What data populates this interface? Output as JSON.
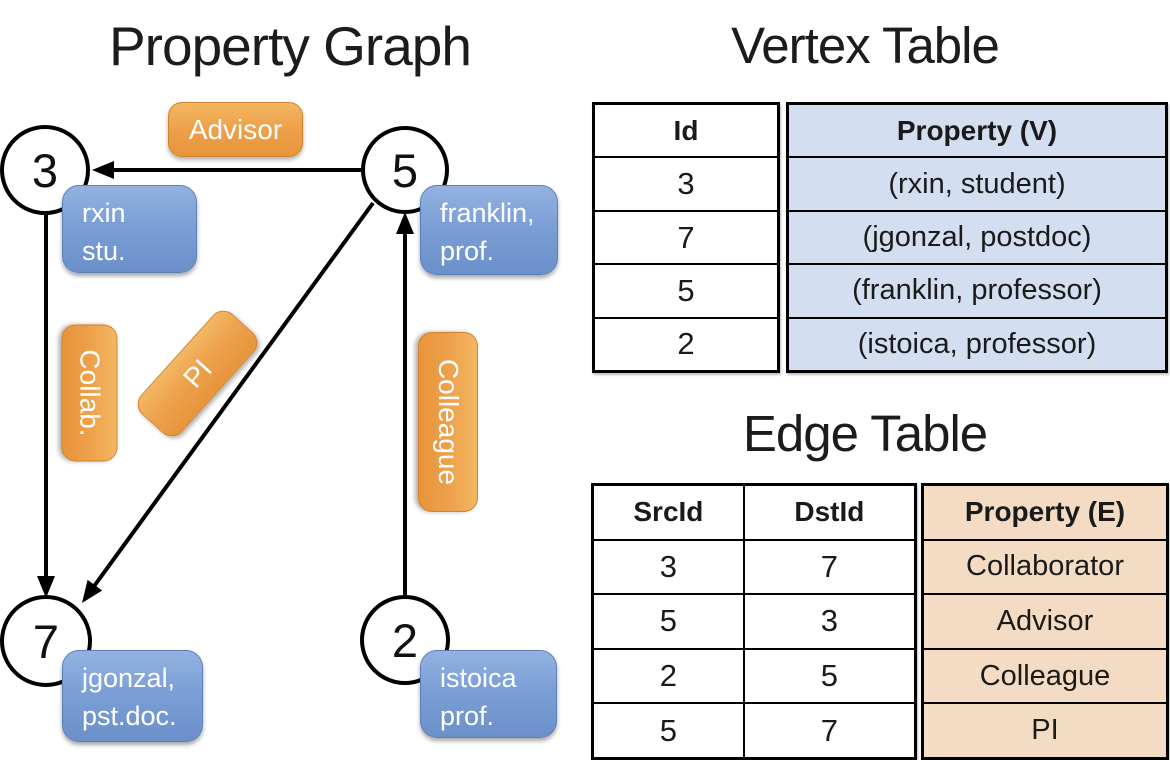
{
  "graph": {
    "title": "Property Graph",
    "vertices": [
      {
        "id": "3",
        "label_line1": "rxin",
        "label_line2": "stu."
      },
      {
        "id": "5",
        "label_line1": "franklin,",
        "label_line2": "prof."
      },
      {
        "id": "7",
        "label_line1": "jgonzal,",
        "label_line2": "pst.doc."
      },
      {
        "id": "2",
        "label_line1": "istoica",
        "label_line2": "prof."
      }
    ],
    "edge_labels": {
      "advisor": "Advisor",
      "collab": "Collab.",
      "pi": "PI",
      "colleague": "Colleague"
    }
  },
  "vertex_table": {
    "title": "Vertex Table",
    "columns": {
      "id": "Id",
      "property": "Property (V)"
    },
    "rows": [
      {
        "id": "3",
        "property": "(rxin, student)"
      },
      {
        "id": "7",
        "property": "(jgonzal, postdoc)"
      },
      {
        "id": "5",
        "property": "(franklin, professor)"
      },
      {
        "id": "2",
        "property": "(istoica, professor)"
      }
    ]
  },
  "edge_table": {
    "title": "Edge Table",
    "columns": {
      "src": "SrcId",
      "dst": "DstId",
      "property": "Property (E)"
    },
    "rows": [
      {
        "src": "3",
        "dst": "7",
        "property": "Collaborator"
      },
      {
        "src": "5",
        "dst": "3",
        "property": "Advisor"
      },
      {
        "src": "2",
        "dst": "5",
        "property": "Colleague"
      },
      {
        "src": "5",
        "dst": "7",
        "property": "PI"
      }
    ]
  },
  "colors": {
    "vertex_property_fill": "#d4def1",
    "edge_property_fill": "#f3dcc3",
    "vertex_box": "#7b9fd6",
    "edge_box": "#eda24c",
    "line": "#000000"
  }
}
